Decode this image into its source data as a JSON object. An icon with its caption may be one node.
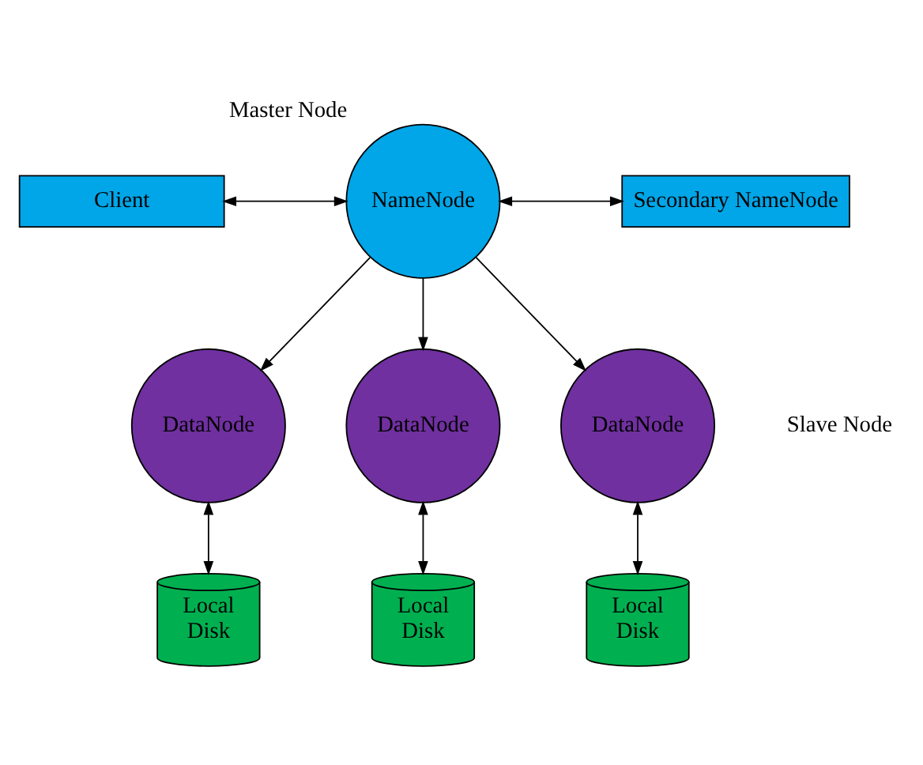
{
  "diagram": {
    "nodes": [
      {
        "text": [
          "Client"
        ]
      },
      {
        "text": [
          "NameNode"
        ],
        "beside": [
          "Master Node"
        ]
      },
      {
        "text": [
          "Secondary NameNode"
        ]
      },
      {
        "text": [
          "DataNode"
        ]
      },
      {
        "text": [
          "DataNode"
        ]
      },
      {
        "text": [
          "DataNode"
        ]
      },
      {
        "text": [
          "Local Disk"
        ]
      },
      {
        "text": [
          "Local Disk"
        ]
      },
      {
        "text": [
          "Local Disk"
        ]
      }
    ],
    "edges": [
      {
        "from": 0,
        "to": 1,
        "arrow": "both"
      },
      {
        "from": 1,
        "to": 2,
        "arrow": "both"
      },
      {
        "from": 1,
        "to": 3,
        "arrow": "to"
      },
      {
        "from": 1,
        "to": 4,
        "arrow": "to"
      },
      {
        "from": 1,
        "to": 5,
        "arrow": "to"
      },
      {
        "from": 3,
        "to": 6,
        "arrow": "both"
      },
      {
        "from": 4,
        "to": 7,
        "arrow": "both"
      },
      {
        "from": 5,
        "to": 8,
        "arrow": "both"
      }
    ],
    "labels": [
      "Slave Node"
    ]
  }
}
